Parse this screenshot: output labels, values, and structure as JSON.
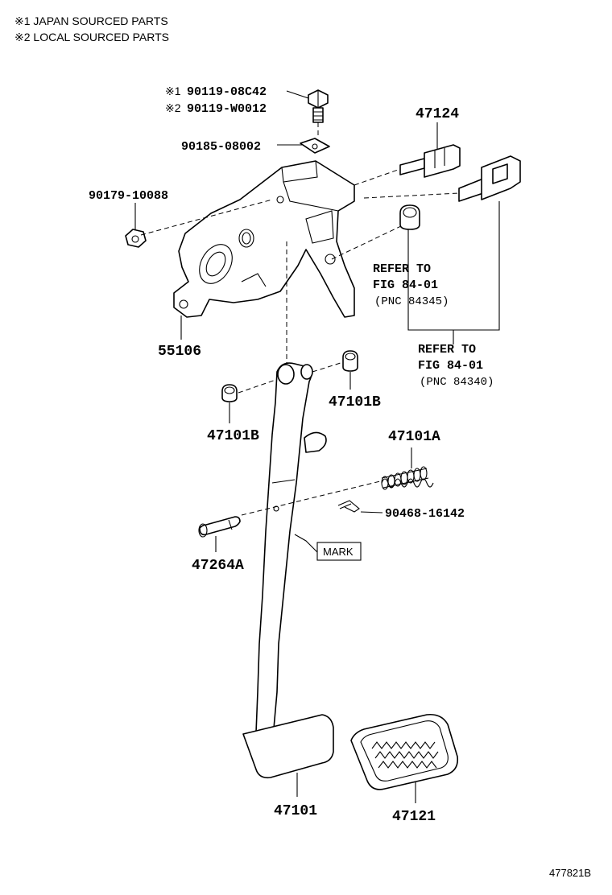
{
  "notes": {
    "japan": "※1 JAPAN SOURCED PARTS",
    "local": "※2 LOCAL SOURCED PARTS"
  },
  "parts": {
    "bolt_japan_mark": "※1",
    "bolt_japan": "90119-08C42",
    "bolt_local_mark": "※2",
    "bolt_local": "90119-W0012",
    "nut_clip": "90185-08002",
    "nut": "90179-10088",
    "bracket": "55106",
    "switch_pin": "47124",
    "bushing_right": "47101B",
    "bushing_left": "47101B",
    "spring": "47101A",
    "clip": "90468-16142",
    "pin": "47264A",
    "pedal": "47101",
    "pad": "47121",
    "mark_label": "MARK"
  },
  "references": {
    "ref1_line1": "REFER TO",
    "ref1_line2": "FIG 84-01",
    "ref1_line3": "(PNC 84345)",
    "ref2_line1": "REFER TO",
    "ref2_line2": "FIG 84-01",
    "ref2_line3": "(PNC 84340)"
  },
  "diagram_code": "477821B"
}
